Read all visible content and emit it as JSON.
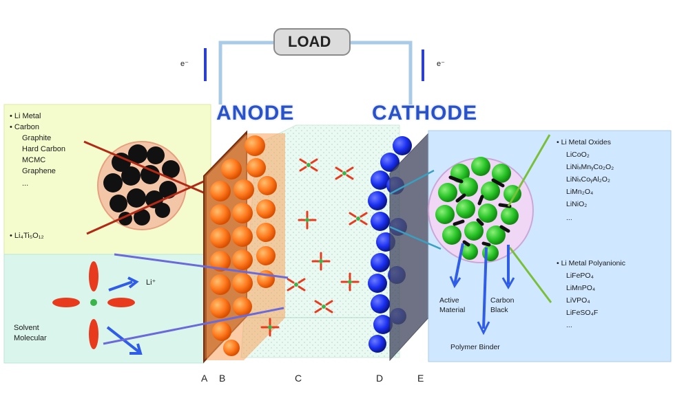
{
  "load": {
    "label": "LOAD"
  },
  "electrons": {
    "left": "e⁻",
    "right": "e⁻"
  },
  "anode": {
    "title": "ANODE",
    "materials": [
      "• Li Metal",
      "• Carbon",
      "Graphite",
      "Hard Carbon",
      "MCMC",
      "Graphene",
      "...",
      "• Li₄Ti₅O₁₂"
    ]
  },
  "cathode": {
    "title": "CATHODE",
    "oxides": [
      "• Li Metal Oxides",
      "LiCoO₂",
      "LiNiₓMnᵧCo₂O₂",
      "LiNiₓCoᵧAl₂O₂",
      "LiMn₂O₄",
      "LiNiO₂",
      "..."
    ],
    "polyanionic": [
      "• Li Metal Polyanionic",
      "LiFePO₄",
      "LiMnPO₄",
      "LiVPO₄",
      "LiFeSO₄F",
      "..."
    ],
    "components": {
      "active": "Active Material",
      "carbon": "Carbon Black",
      "binder": "Polymer Binder"
    }
  },
  "solvent": {
    "ion": "Li⁺",
    "label": "Solvent Molecular"
  },
  "bottom_labels": [
    "A",
    "B",
    "C",
    "D",
    "E"
  ],
  "colors": {
    "anode_title": "#2a52c8",
    "particle": "#ff7a1e",
    "cathode_particle": "#22bb22",
    "cathode_layer": "#1428e0"
  }
}
